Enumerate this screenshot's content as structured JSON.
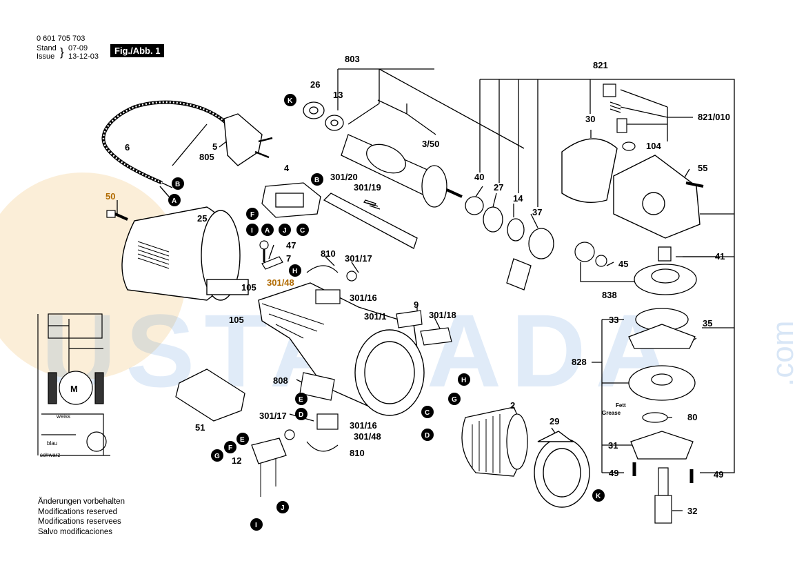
{
  "header": {
    "part_number": "0 601 705 703",
    "stand_label": "Stand",
    "issue_label": "Issue",
    "stand_value": "07-09",
    "issue_value": "13-12-03",
    "figure": "Fig./Abb. 1"
  },
  "notes": [
    "Änderungen vorbehalten",
    "Modifications reserved",
    "Modifications reservees",
    "Salvo modificaciones"
  ],
  "watermark": {
    "text": "USTALADA",
    "suffix": ".com",
    "color": "#2e7bd1"
  },
  "wire_labels": {
    "weiss": "weiss",
    "blau": "blau",
    "schwarz": "schwarz",
    "motor": "M"
  },
  "grease_label": [
    "Fett",
    "Grease"
  ],
  "connector_markers": [
    "A",
    "B",
    "C",
    "D",
    "E",
    "F",
    "G",
    "H",
    "I",
    "J",
    "K"
  ],
  "part_labels": {
    "p803": "803",
    "p821": "821",
    "p26": "26",
    "p13": "13",
    "p3_50": "3/50",
    "p6": "6",
    "p5": "5",
    "p805": "805",
    "p4": "4",
    "p301_20": "301/20",
    "p301_19": "301/19",
    "p50": "50",
    "p25": "25",
    "p47": "47",
    "p7": "7",
    "p810a": "810",
    "p301_17a": "301/17",
    "p301_48a": "301/48",
    "p301_16a": "301/16",
    "p105a": "105",
    "p105b": "105",
    "p9": "9",
    "p301_1": "301/1",
    "p301_18": "301/18",
    "p40": "40",
    "p27": "27",
    "p14": "14",
    "p37": "37",
    "p30": "30",
    "p821_010": "821/010",
    "p104": "104",
    "p55": "55",
    "p41": "41",
    "p45": "45",
    "p838": "838",
    "p33": "33",
    "p35": "35",
    "p828": "828",
    "p80": "80",
    "p31": "31",
    "p49a": "49",
    "p49b": "49",
    "p32": "32",
    "p2": "2",
    "p29": "29",
    "p808": "808",
    "p51": "51",
    "p12": "12",
    "p301_17b": "301/17",
    "p301_16b": "301/16",
    "p301_48b": "301/48",
    "p810b": "810"
  }
}
